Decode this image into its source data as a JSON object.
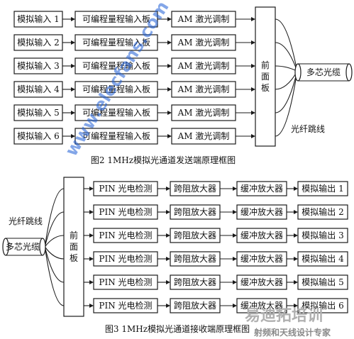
{
  "figure2": {
    "inputs": [
      "模拟输入 1",
      "模拟输入 2",
      "模拟输入 3",
      "模拟输入 4",
      "模拟输入 5",
      "模拟输入 6"
    ],
    "range_board": "可编程量程输入板",
    "modulator": "AM 激光调制",
    "front_panel": [
      "前",
      "面",
      "板"
    ],
    "cable": "多芯光缆",
    "jumper": "光纤跳线",
    "caption": "图2  1MHz模拟光通道发送端原理框图"
  },
  "figure3": {
    "jumper": "光纤跳线",
    "cable": "多芯光缆",
    "front_panel": [
      "前",
      "面",
      "板"
    ],
    "detector": "PIN 光电检测",
    "tia": "跨阻放大器",
    "buffer": "缓冲放大器",
    "outputs": [
      "模拟输出 1",
      "模拟输出 2",
      "模拟输出 3",
      "模拟输出 4",
      "模拟输出 5",
      "模拟输出 6"
    ],
    "caption": "图3  1MHz模拟光通道接收端原理框图"
  },
  "watermark": "www.elecfans.com",
  "logo": {
    "line1": "易迪拓培训",
    "line2": "射频和天线设计专家"
  }
}
